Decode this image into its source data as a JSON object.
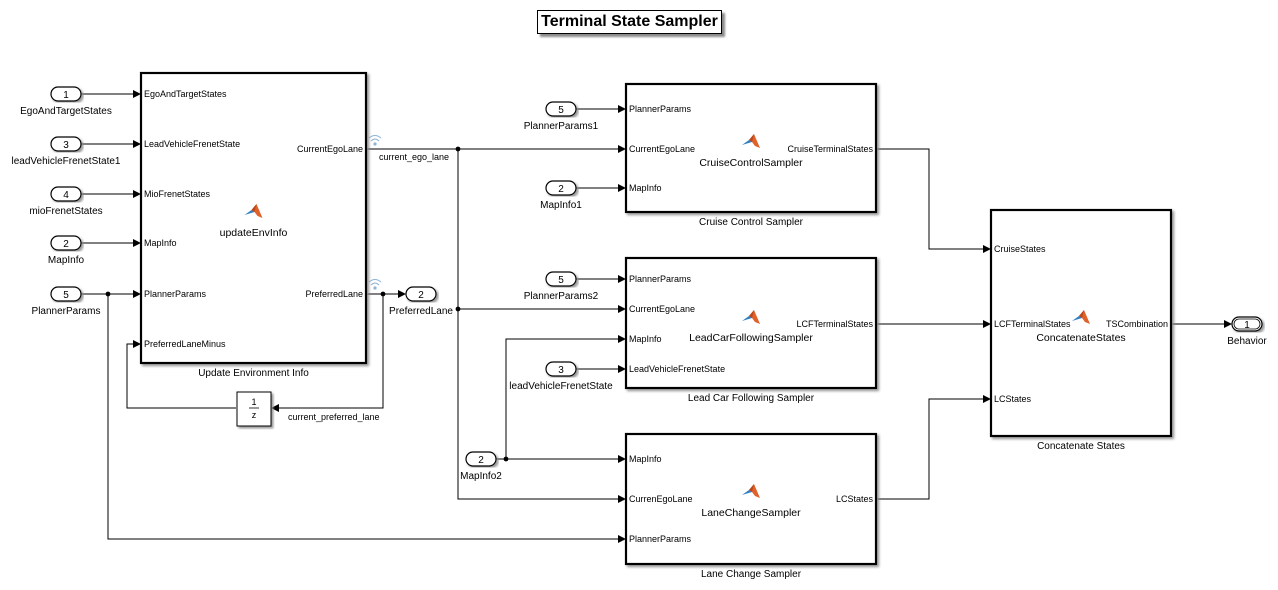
{
  "title": "Terminal State Sampler",
  "colors": {
    "line": "#000000",
    "block_border": "#000000",
    "shadow": "#9a9a9a",
    "matlab_blue": "#2f7fc1",
    "matlab_orange": "#e0622b",
    "wifi": "#8fb3d9"
  },
  "inports": [
    {
      "id": "in-ego",
      "number": "1",
      "label": "EgoAndTargetStates"
    },
    {
      "id": "in-lead1",
      "number": "3",
      "label": "leadVehicleFrenetState1"
    },
    {
      "id": "in-mio",
      "number": "4",
      "label": "mioFrenetStates"
    },
    {
      "id": "in-map",
      "number": "2",
      "label": "MapInfo"
    },
    {
      "id": "in-planner",
      "number": "5",
      "label": "PlannerParams"
    },
    {
      "id": "in-planner1",
      "number": "5",
      "label": "PlannerParams1"
    },
    {
      "id": "in-map1",
      "number": "2",
      "label": "MapInfo1"
    },
    {
      "id": "in-planner2",
      "number": "5",
      "label": "PlannerParams2"
    },
    {
      "id": "in-lead",
      "number": "3",
      "label": "leadVehicleFrenetState"
    },
    {
      "id": "in-map2",
      "number": "2",
      "label": "MapInfo2"
    }
  ],
  "outports": [
    {
      "id": "out-preferred",
      "number": "2",
      "label": "PreferredLane"
    },
    {
      "id": "out-behavior",
      "number": "1",
      "label": "Behavior"
    }
  ],
  "blocks": [
    {
      "id": "update-env",
      "name": "Update Environment Info",
      "function": "updateEnvInfo",
      "inputs": [
        "EgoAndTargetStates",
        "LeadVehicleFrenetState",
        "MioFrenetStates",
        "MapInfo",
        "PlannerParams",
        "PreferredLaneMinus"
      ],
      "outputs": [
        "CurrentEgoLane",
        "PreferredLane"
      ]
    },
    {
      "id": "cruise",
      "name": "Cruise Control Sampler",
      "function": "CruiseControlSampler",
      "inputs": [
        "PlannerParams",
        "CurrentEgoLane",
        "MapInfo"
      ],
      "outputs": [
        "CruiseTerminalStates"
      ]
    },
    {
      "id": "lcf",
      "name": "Lead Car Following Sampler",
      "function": "LeadCarFollowingSampler",
      "inputs": [
        "PlannerParams",
        "CurrentEgoLane",
        "MapInfo",
        "LeadVehicleFrenetState"
      ],
      "outputs": [
        "LCFTerminalStates"
      ]
    },
    {
      "id": "lc",
      "name": "Lane Change Sampler",
      "function": "LaneChangeSampler",
      "inputs": [
        "MapInfo",
        "CurrenEgoLane",
        "PlannerParams"
      ],
      "outputs": [
        "LCStates"
      ]
    },
    {
      "id": "concat",
      "name": "Concatenate States",
      "function": "ConcatenateStates",
      "inputs": [
        "CruiseStates",
        "LCFTerminalStates",
        "LCStates"
      ],
      "outputs": [
        "TSCombination"
      ]
    }
  ],
  "delay": {
    "numerator": "1",
    "denominator": "z"
  },
  "signals": {
    "current_ego_lane": "current_ego_lane",
    "current_preferred_lane": "current_preferred_lane"
  }
}
